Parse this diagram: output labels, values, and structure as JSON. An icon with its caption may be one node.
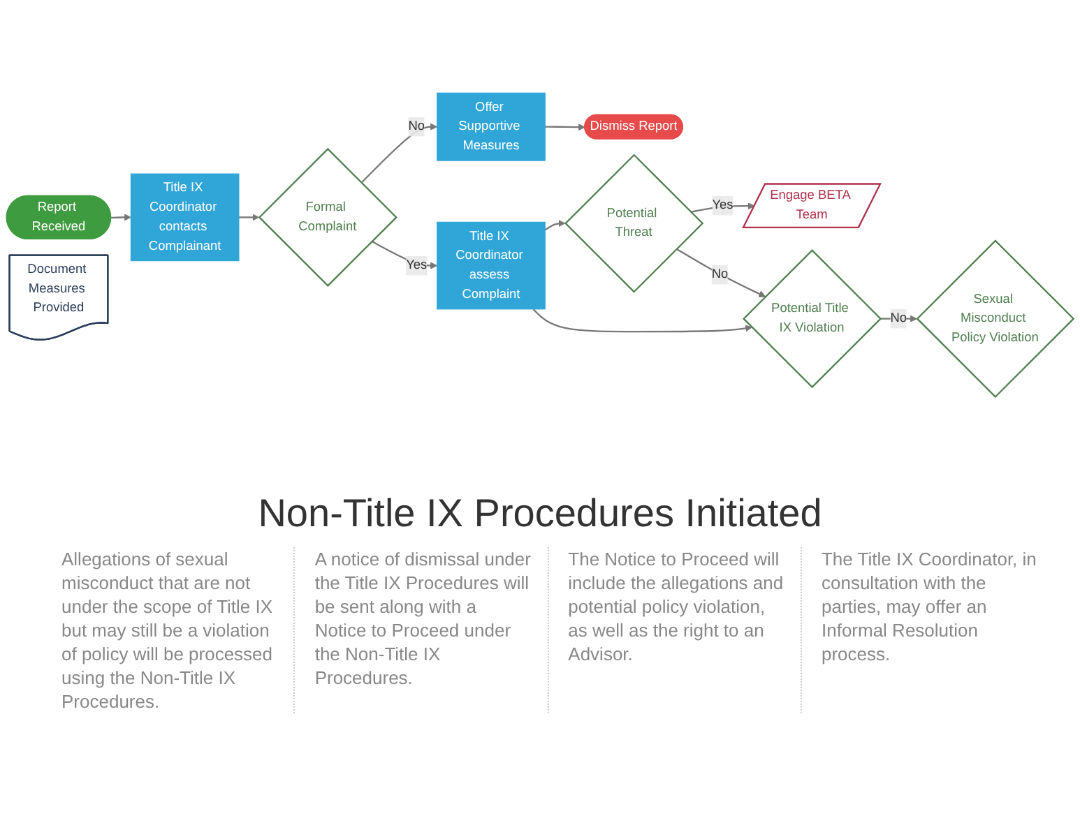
{
  "diagram": {
    "title": "Non-Title IX Procedures Initiated",
    "nodes": [
      {
        "text": [
          "Report Received"
        ]
      },
      {
        "text": [
          "Title IX Coordinator contacts Complainant"
        ]
      },
      {
        "text": [
          "Formal Complaint"
        ]
      },
      {
        "text": [
          "Document Measures Provided"
        ]
      },
      {
        "text": [
          "Dismiss Report"
        ]
      },
      {
        "text": [
          "Offer Supportive Measures"
        ]
      },
      {
        "text": [
          "Title IX Coordinator assess Complaint"
        ]
      },
      {
        "text": [
          "Potential Threat"
        ]
      },
      {
        "text": [
          "Engage BETA Team"
        ]
      },
      {
        "text": [
          "Potential Title IX Violation"
        ]
      },
      {
        "text": [
          "Sexual Misconduct Policy Violation"
        ]
      }
    ],
    "edges": [
      {
        "from": 0,
        "to": 1,
        "arrow": "to"
      },
      {
        "from": 1,
        "to": 2,
        "arrow": "to"
      },
      {
        "from": 2,
        "to": 5,
        "label": "No",
        "arrow": "to"
      },
      {
        "from": 2,
        "to": 6,
        "label": "Yes",
        "arrow": "to"
      },
      {
        "from": 5,
        "to": 4,
        "arrow": "to"
      },
      {
        "from": 6,
        "to": 7,
        "arrow": "to"
      },
      {
        "from": 7,
        "to": 8,
        "label": "Yes",
        "arrow": "to"
      },
      {
        "from": 7,
        "to": 9,
        "label": "No",
        "arrow": "to"
      },
      {
        "from": 6,
        "to": 9,
        "arrow": "to"
      },
      {
        "from": 9,
        "to": 10,
        "label": "No",
        "arrow": "to"
      }
    ],
    "labels": [
      "Allegations of sexual misconduct that are not under the scope of Title IX but may still be a violation of policy will be processed using the Non-Title IX Procedures.",
      "A notice of dismissal under the Title IX Procedures will be sent along with a Notice to Proceed under the Non-Title IX Procedures.",
      "The Notice to Proceed will include the allegations and potential policy violation, as well as the right to an Advisor.",
      "The Title IX Coordinator, in consultation with the parties, may offer an Informal Resolution process."
    ]
  }
}
